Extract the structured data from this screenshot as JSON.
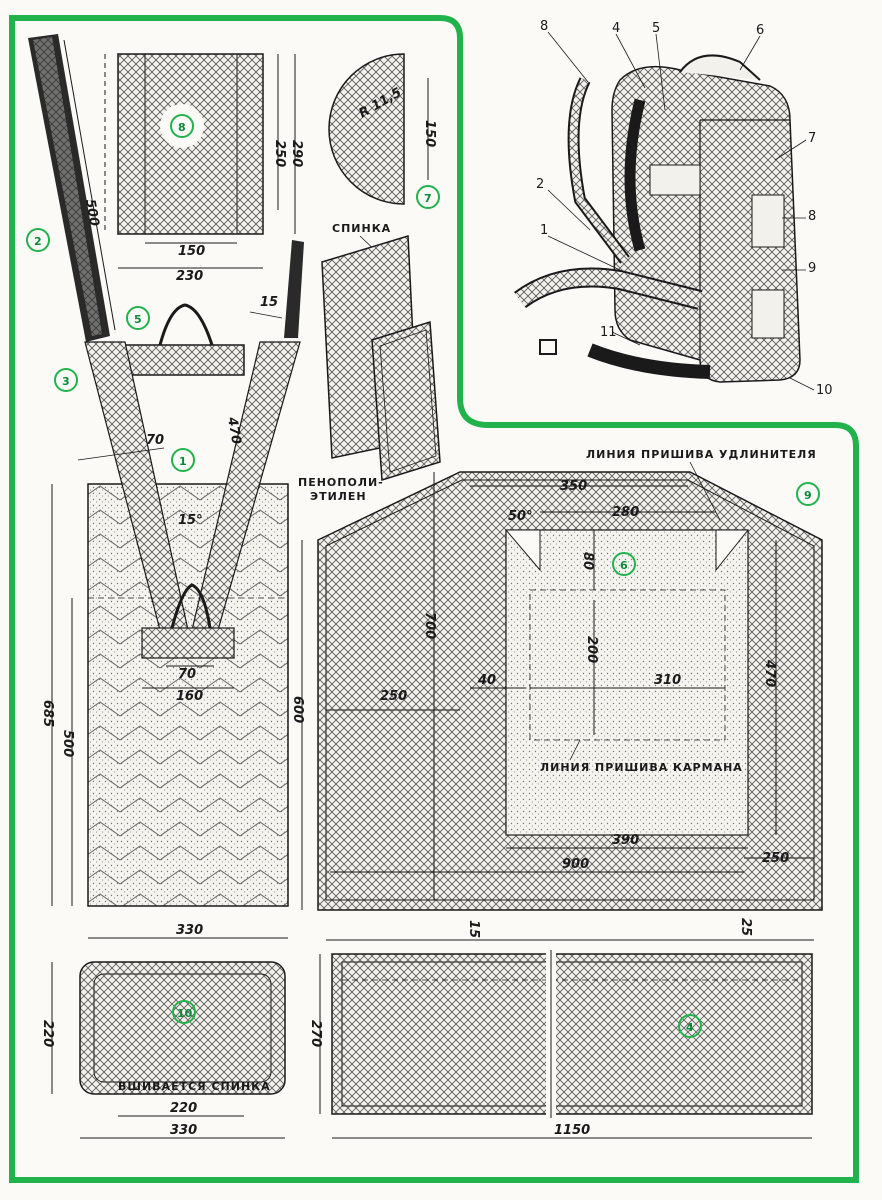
{
  "colors": {
    "frame_green": "#22b24c",
    "ink": "#1a1a1a",
    "paper": "#fbfaf7"
  },
  "parts": {
    "p1": "1",
    "p2": "2",
    "p3": "3",
    "p4": "4",
    "p5": "5",
    "p6": "6",
    "p7": "7",
    "p8": "8",
    "p9": "9",
    "p10": "10"
  },
  "callouts": [
    "8",
    "4",
    "5",
    "6",
    "7",
    "2",
    "8",
    "1",
    "9",
    "11",
    "10"
  ],
  "labels": {
    "spinka": "СПИНКА",
    "penopoli_1": "ПЕНОПОЛИ-",
    "penopoli_2": "ЭТИЛЕН",
    "udlinitel": "ЛИНИЯ ПРИШИВА УДЛИНИТЕЛЯ",
    "karman": "ЛИНИЯ ПРИШИВА КАРМАНА",
    "vshivaetsya": "ВШИВАЕТСЯ СПИНКА"
  },
  "dims": {
    "d500_strap": "500",
    "d250": "250",
    "d290": "290",
    "d150_p8": "150",
    "d230": "230",
    "r11_5": "R 11,5",
    "d150_p7": "150",
    "d15_top": "15",
    "d470_strap": "470",
    "d70_strap": "70",
    "d15deg": "15°",
    "d70_bottom": "70",
    "d160": "160",
    "d685": "685",
    "d500_left": "500",
    "d330_top": "330",
    "d350": "350",
    "d50deg": "50°",
    "d280": "280",
    "d80": "80",
    "d700": "700",
    "d200": "200",
    "d600": "600",
    "d40": "40",
    "d310": "310",
    "d250_mid": "250",
    "d470_right": "470",
    "d390": "390",
    "d900": "900",
    "d250_right": "250",
    "d15_bottom": "15",
    "d25": "25",
    "d220_left": "220",
    "d220_bottom": "220",
    "d330_bottom": "330",
    "d270": "270",
    "d1150": "1150"
  }
}
